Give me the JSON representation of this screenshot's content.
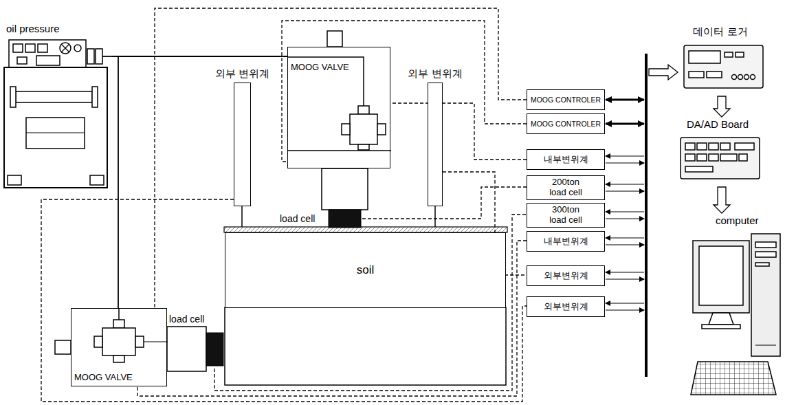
{
  "diagram": {
    "nodes": [
      {
        "text": [
          "oil pressure"
        ]
      },
      {
        "text": [
          "MOOG VALVE"
        ]
      },
      {
        "text": [
          "MOOG CONTROLER"
        ]
      },
      {
        "text": [
          "MOOG CONTROLER"
        ]
      },
      {
        "text": [
          "데이터 로거"
        ]
      },
      {
        "text": [
          "외부 변위계"
        ]
      },
      {
        "text": [
          "외부 변위계"
        ]
      },
      {
        "text": [
          "내부변위계"
        ]
      },
      {
        "text": [
          "200ton load cell"
        ]
      },
      {
        "text": [
          "DA/AD Board"
        ]
      },
      {
        "text": [
          "load cell"
        ]
      },
      {
        "text": [
          "300ton load cell"
        ]
      },
      {
        "text": [
          "내부변위계"
        ]
      },
      {
        "text": [
          "soil"
        ]
      },
      {
        "text": [
          "외부변위계"
        ]
      },
      {
        "text": [
          "load cell"
        ]
      },
      {
        "text": [
          "외부변위계"
        ]
      },
      {
        "text": [
          "MOOG VALVE"
        ]
      },
      {
        "text": [
          "computer"
        ]
      }
    ],
    "edges": [
      {
        "from": 0,
        "to": 1,
        "arrow": "none"
      },
      {
        "from": 0,
        "to": 17,
        "arrow": "none"
      },
      {
        "from": 2,
        "to": 17,
        "arrow": "none"
      },
      {
        "from": 3,
        "to": 1,
        "arrow": "none"
      },
      {
        "from": 7,
        "to": 1,
        "arrow": "none"
      },
      {
        "from": 10,
        "to": 8,
        "arrow": "none"
      },
      {
        "from": 6,
        "to": 14,
        "arrow": "none"
      },
      {
        "from": 15,
        "to": 11,
        "arrow": "none"
      },
      {
        "from": 12,
        "to": 17,
        "arrow": "none"
      },
      {
        "from": 5,
        "to": 16,
        "arrow": "none"
      },
      {
        "from": 4,
        "to": 9,
        "arrow": "to"
      },
      {
        "from": 9,
        "to": 18,
        "arrow": "to"
      }
    ]
  }
}
